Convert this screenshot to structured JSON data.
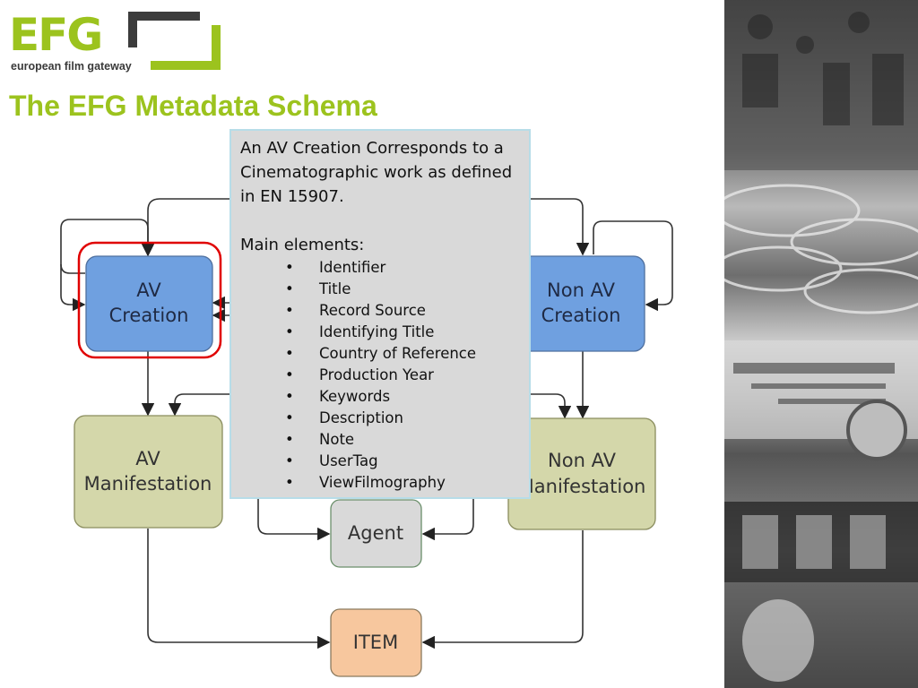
{
  "logo": {
    "text": "EFG",
    "tagline": "european film gateway"
  },
  "slide_title": "The EFG Metadata Schema",
  "diagram": {
    "nodes": {
      "av_creation": {
        "label_line1": "AV",
        "label_line2": "Creation"
      },
      "non_av_creation": {
        "label_line1": "Non AV",
        "label_line2": "Creation"
      },
      "av_manifestation": {
        "label_line1": "AV",
        "label_line2": "Manifestation"
      },
      "non_av_manifestation": {
        "label_line1": "Non AV",
        "label_line2": "Manifestation"
      },
      "agent": {
        "label": "Agent"
      },
      "item": {
        "label": "ITEM"
      }
    },
    "colors": {
      "creation_fill": "#6fa0e0",
      "manifestation_fill": "#d4d7aa",
      "agent_fill": "#d9d9d9",
      "item_fill": "#f7c79e",
      "highlight_ring": "#e00000"
    }
  },
  "callout": {
    "intro": "An AV Creation Corresponds to a Cinematographic work as defined in EN 15907.",
    "elements_heading": "Main elements:",
    "elements": [
      "Identifier",
      "Title",
      "Record Source",
      "Identifying Title",
      "Country of Reference",
      "Production Year",
      "Keywords",
      "Description",
      "Note",
      "UserTag",
      "ViewFilmography"
    ],
    "bullet": "•"
  },
  "colors": {
    "brand_green": "#9cc31e",
    "brand_dark": "#3c3c3c"
  }
}
